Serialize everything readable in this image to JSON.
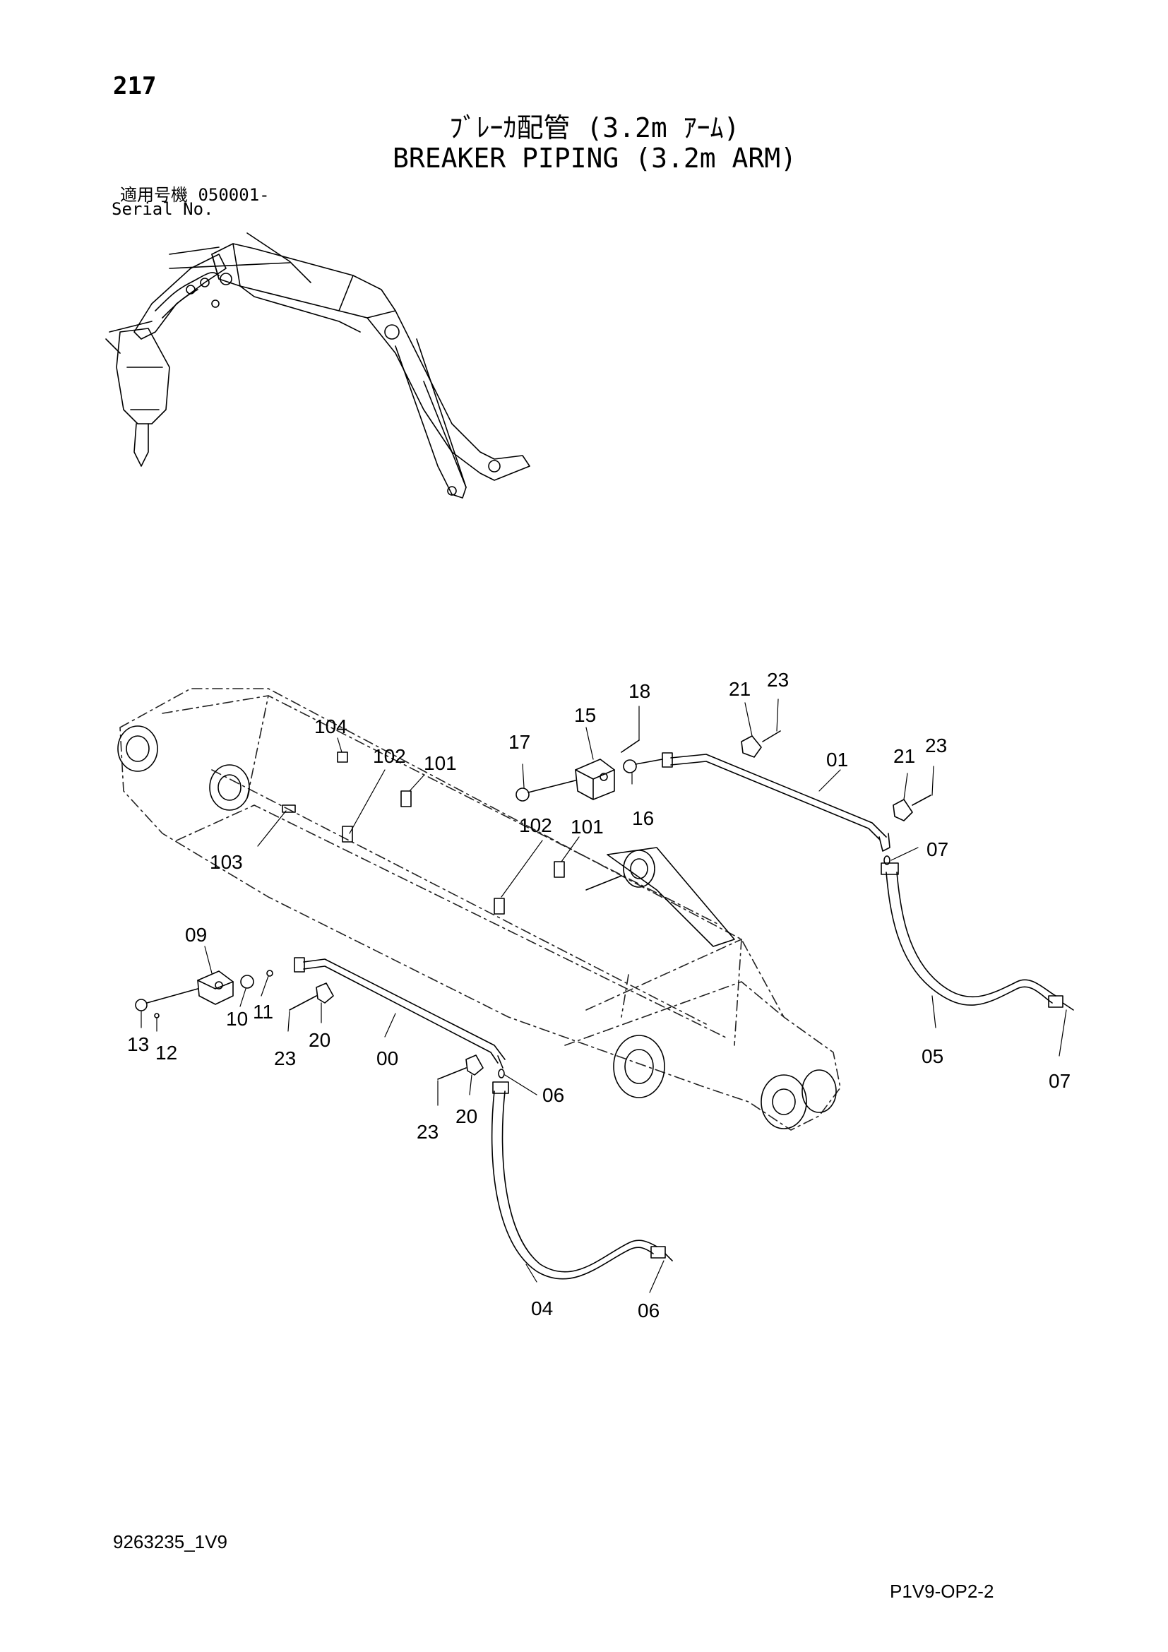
{
  "header": {
    "page_number": "217",
    "title_jp": "ﾌﾞﾚｰｶ配管 (3.2m ｱｰﾑ)",
    "title_en": "BREAKER PIPING (3.2m ARM)",
    "serial_label_jp": "適用号機 050001-",
    "serial_label_en": "Serial No."
  },
  "footer": {
    "doc_code": "9263235_1V9",
    "page_code": "P1V9-OP2-2"
  },
  "callouts": {
    "c104": "104",
    "c102a": "102",
    "c101a": "101",
    "c103": "103",
    "c17": "17",
    "c15": "15",
    "c18": "18",
    "c16": "16",
    "c21a": "21",
    "c23a": "23",
    "c01": "01",
    "c21b": "21",
    "c23b": "23",
    "c07a": "07",
    "c102b": "102",
    "c101b": "101",
    "c09": "09",
    "c13": "13",
    "c12": "12",
    "c10": "10",
    "c11": "11",
    "c23c": "23",
    "c20a": "20",
    "c00": "00",
    "c23d": "23",
    "c20b": "20",
    "c06a": "06",
    "c05": "05",
    "c07b": "07",
    "c04": "04",
    "c06b": "06"
  },
  "colors": {
    "line": "#000000",
    "hidden_line": "#555555",
    "background": "#ffffff"
  }
}
